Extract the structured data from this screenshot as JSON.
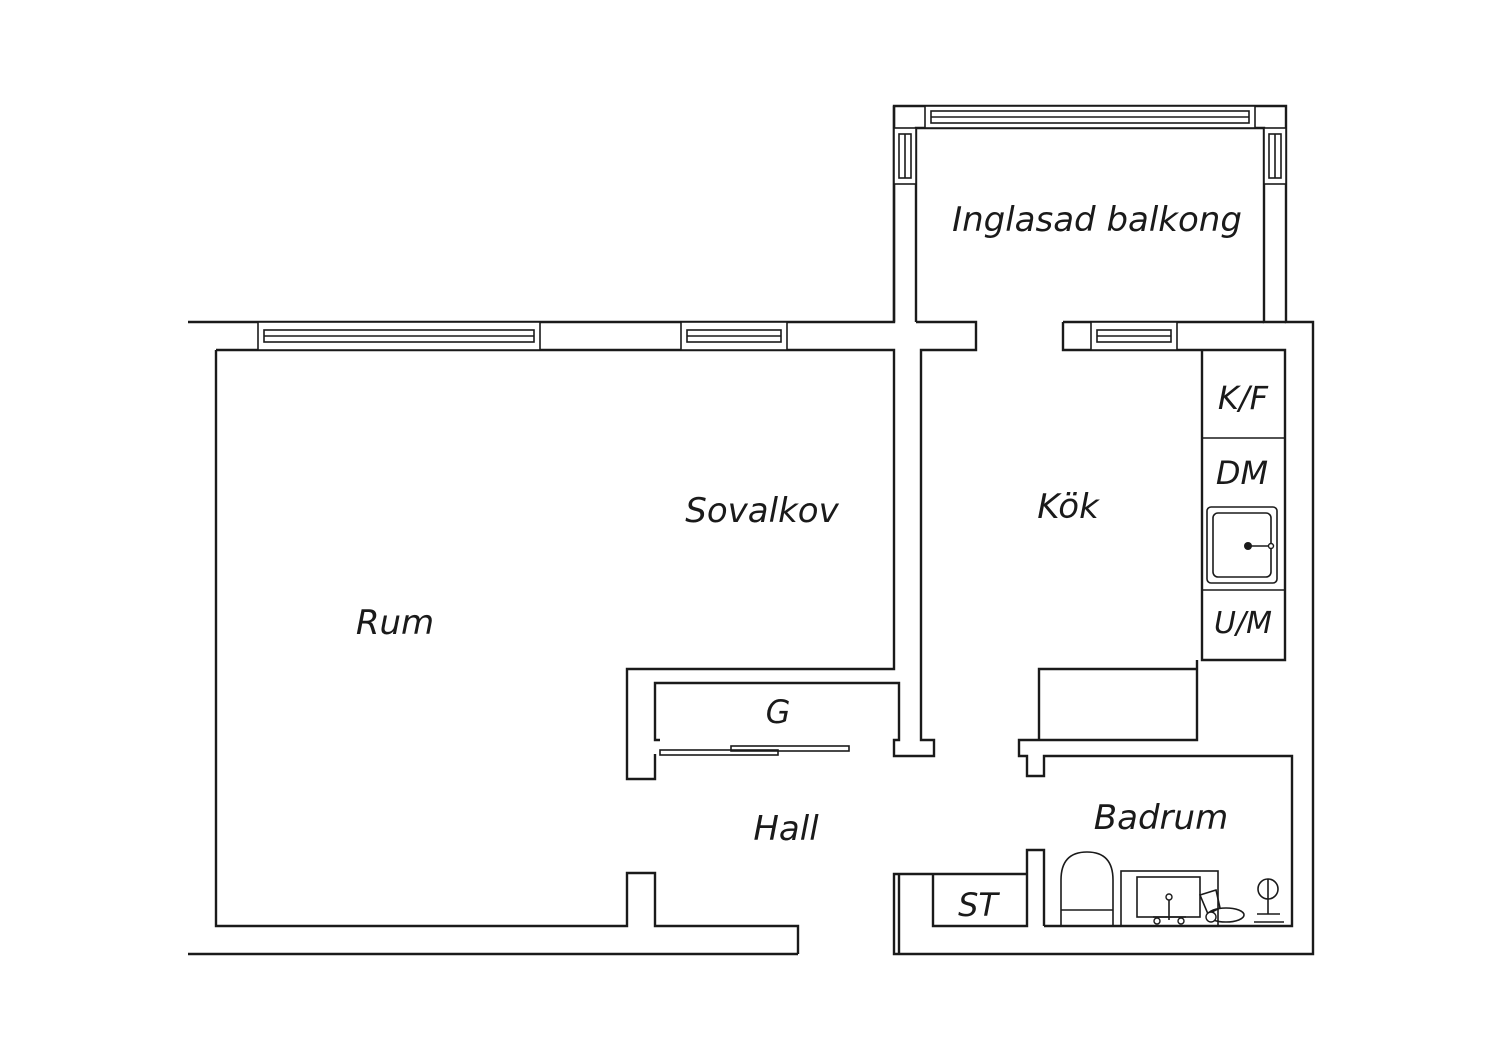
{
  "labels": {
    "balkong": "Inglasad balkong",
    "sovalkov": "Sovalkov",
    "rum": "Rum",
    "kok": "Kök",
    "kf": "K/F",
    "dm": "DM",
    "um": "U/M",
    "g": "G",
    "hall": "Hall",
    "badrum": "Badrum",
    "st": "ST"
  },
  "colors": {
    "line": "#1a1a1a",
    "background": "#ffffff"
  }
}
